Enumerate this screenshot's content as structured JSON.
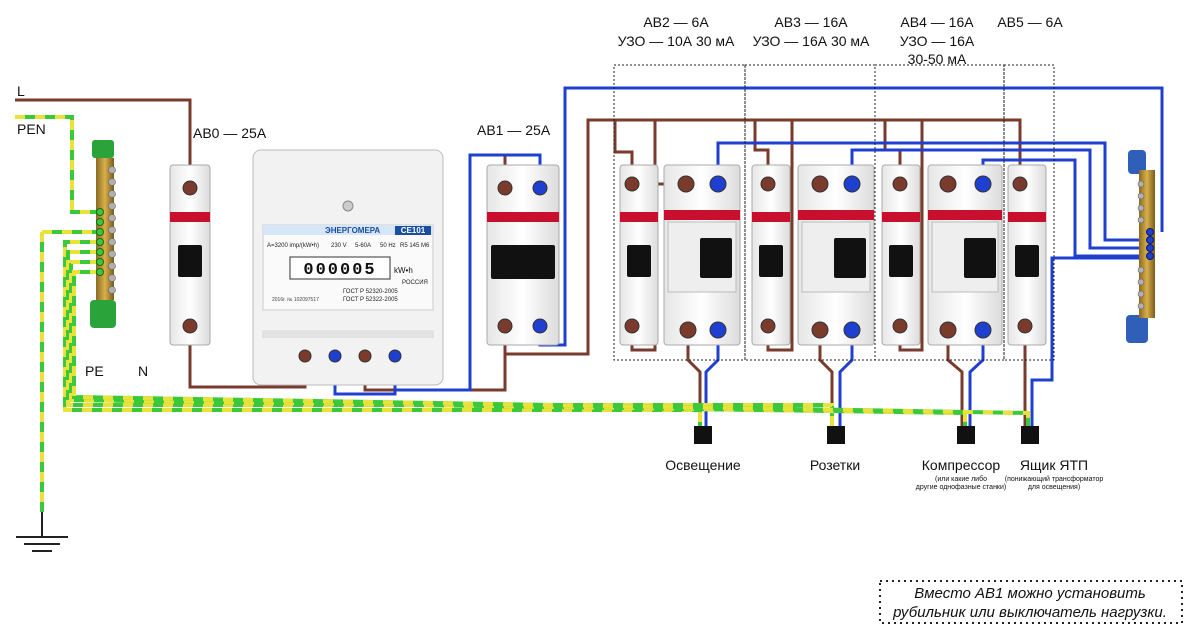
{
  "lines": {
    "L": "L",
    "PEN": "PEN",
    "PE": "PE",
    "N": "N"
  },
  "breakers": {
    "av0": "АВ0 — 25А",
    "av1": "АВ1 — 25А",
    "av2_line1": "АВ2 —  6А",
    "av2_line2": "УЗО — 10А 30 мА",
    "av3_line1": "АВ3 — 16А",
    "av3_line2": "УЗО — 16А 30 мА",
    "av4_line1": "АВ4 — 16А",
    "av4_line2": "УЗО — 16А",
    "av4_line3": "30-50 мА",
    "av5": "АВ5 — 6А"
  },
  "meter": {
    "brand": "ЭНЕРГОМЕРА",
    "model": "CE101",
    "spec_left": "A=3200 imp/(kW•h)",
    "voltage": "230 V",
    "current": "5-60A",
    "freq": "50 Hz",
    "variant": "R5 145 M6",
    "digits": "000005",
    "unit": "kW•h",
    "country": "РОССИЯ",
    "serial": "2016г.  № 102097517",
    "gost1": "ГОСТ Р 52320-2005",
    "gost2": "ГОСТ Р 52322-2005"
  },
  "loads": [
    {
      "label": "Освещение",
      "sub1": "",
      "sub2": ""
    },
    {
      "label": "Розетки",
      "sub1": "",
      "sub2": ""
    },
    {
      "label": "Компрессор",
      "sub1": "(или какие либо",
      "sub2": "другие однофазные станки)"
    },
    {
      "label": "Ящик ЯТП",
      "sub1": "(понижающий трансформатор",
      "sub2": "для освещения)"
    }
  ],
  "note": {
    "line1": "Вместо АВ1 можно установить",
    "line2": "рубильник или выключатель нагрузки."
  },
  "colors": {
    "phase": "#7a3a2c",
    "neutral": "#1f3fd0",
    "earth_green": "#3cc83c",
    "earth_yellow": "#e8e23a",
    "breaker_red": "#c8102e"
  }
}
